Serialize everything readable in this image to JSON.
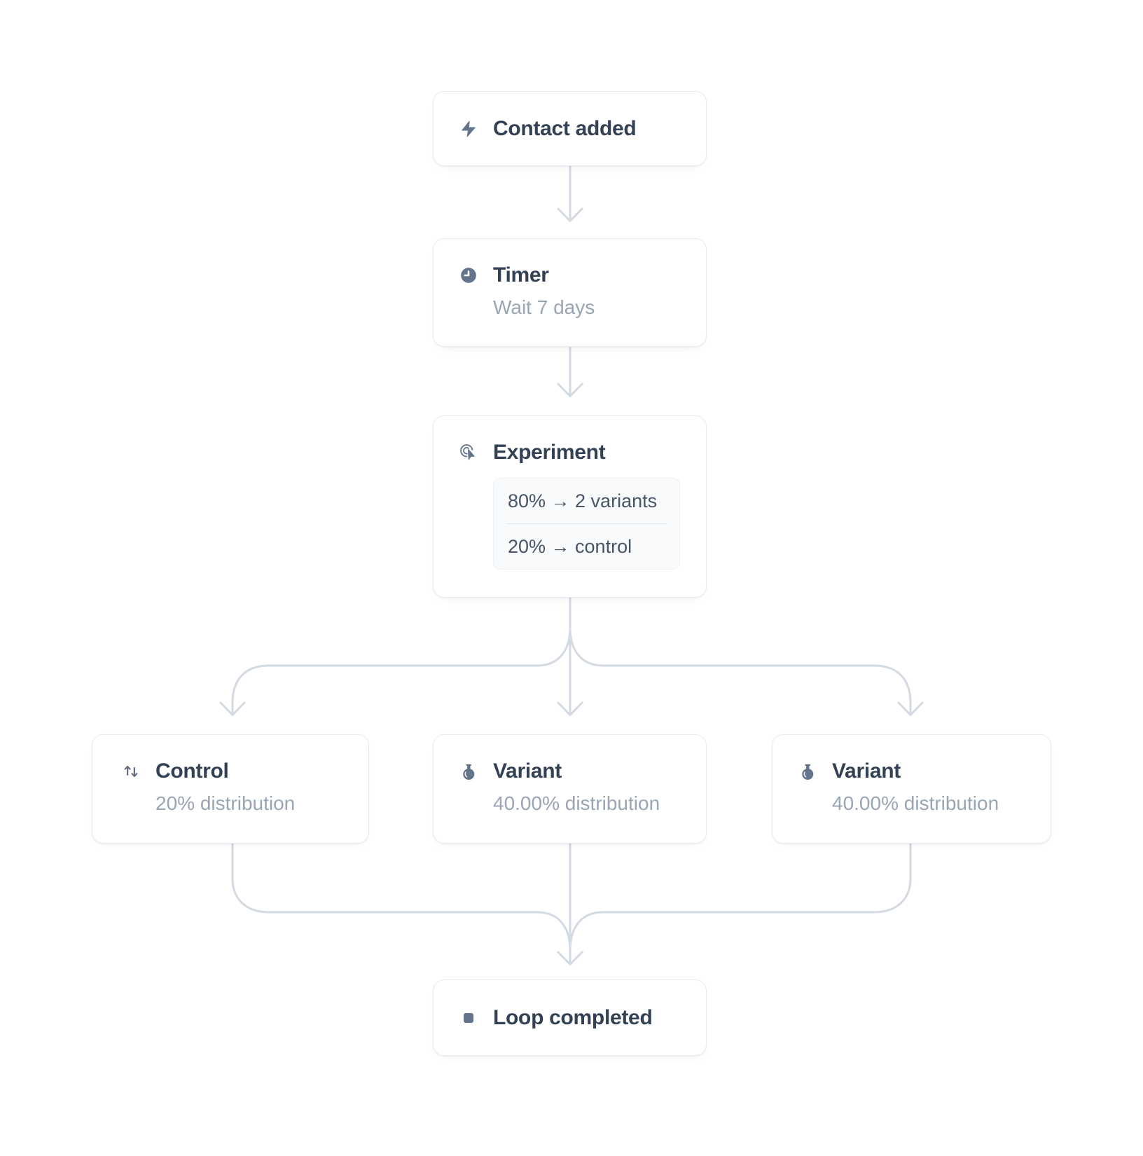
{
  "flow": {
    "contact": {
      "icon": "zap-icon",
      "title": "Contact added"
    },
    "timer": {
      "icon": "clock-icon",
      "title": "Timer",
      "subtitle": "Wait 7 days"
    },
    "experiment": {
      "icon": "pointer-click-icon",
      "title": "Experiment",
      "splits": [
        "80% → 2 variants",
        "20% → control"
      ]
    },
    "control": {
      "icon": "arrow-up-down-icon",
      "title": "Control",
      "subtitle": "20% distribution"
    },
    "variant_a": {
      "icon": "flask-icon",
      "title": "Variant",
      "subtitle": "40.00% distribution"
    },
    "variant_b": {
      "icon": "flask-icon",
      "title": "Variant",
      "subtitle": "40.00% distribution"
    },
    "loop": {
      "icon": "stop-icon",
      "title": "Loop completed"
    }
  },
  "edges": [
    {
      "from": "contact",
      "to": "timer"
    },
    {
      "from": "timer",
      "to": "experiment"
    },
    {
      "from": "experiment",
      "to": "control"
    },
    {
      "from": "experiment",
      "to": "variant_a"
    },
    {
      "from": "experiment",
      "to": "variant_b"
    },
    {
      "from": "control",
      "to": "loop"
    },
    {
      "from": "variant_a",
      "to": "loop"
    },
    {
      "from": "variant_b",
      "to": "loop"
    }
  ],
  "colors": {
    "background": "#ffffff",
    "card_border": "#e7ebf1",
    "connector": "#d4dae2",
    "title_text": "#334155",
    "subtitle_text": "#9aa5b4",
    "split_text": "#475569",
    "icon": "#64748b",
    "split_box_bg": "#f8fafc"
  }
}
